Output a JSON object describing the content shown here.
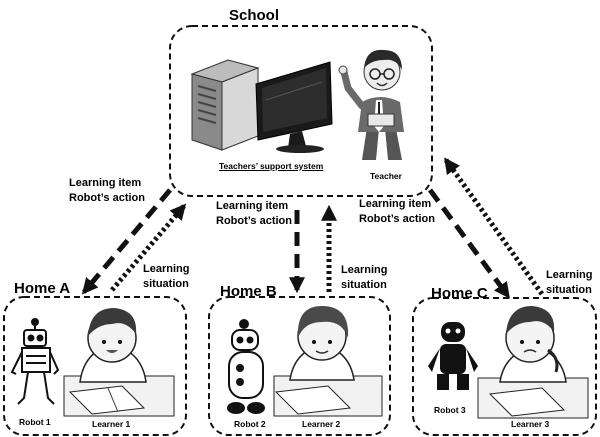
{
  "school": {
    "title": "School",
    "system_label": "Teachers’ support system",
    "teacher_label": "Teacher"
  },
  "homes": [
    {
      "title": "Home A",
      "robot_label": "Robot 1",
      "learner_label": "Learner 1"
    },
    {
      "title": "Home B",
      "robot_label": "Robot 2",
      "learner_label": "Learner 2"
    },
    {
      "title": "Home C",
      "robot_label": "Robot 3",
      "learner_label": "Learner 3"
    }
  ],
  "flows": {
    "left_down": {
      "line1": "Learning item",
      "line2": "Robot’s action"
    },
    "left_up": {
      "line1": "Learning",
      "line2": "situation"
    },
    "center_down": {
      "line1": "Learning item",
      "line2": "Robot’s action"
    },
    "center_up": {
      "line1": "Learning",
      "line2": "situation"
    },
    "right_down": {
      "line1": "Learning item",
      "line2": "Robot’s action"
    },
    "right_up": {
      "line1": "Learning",
      "line2": "situation"
    }
  }
}
